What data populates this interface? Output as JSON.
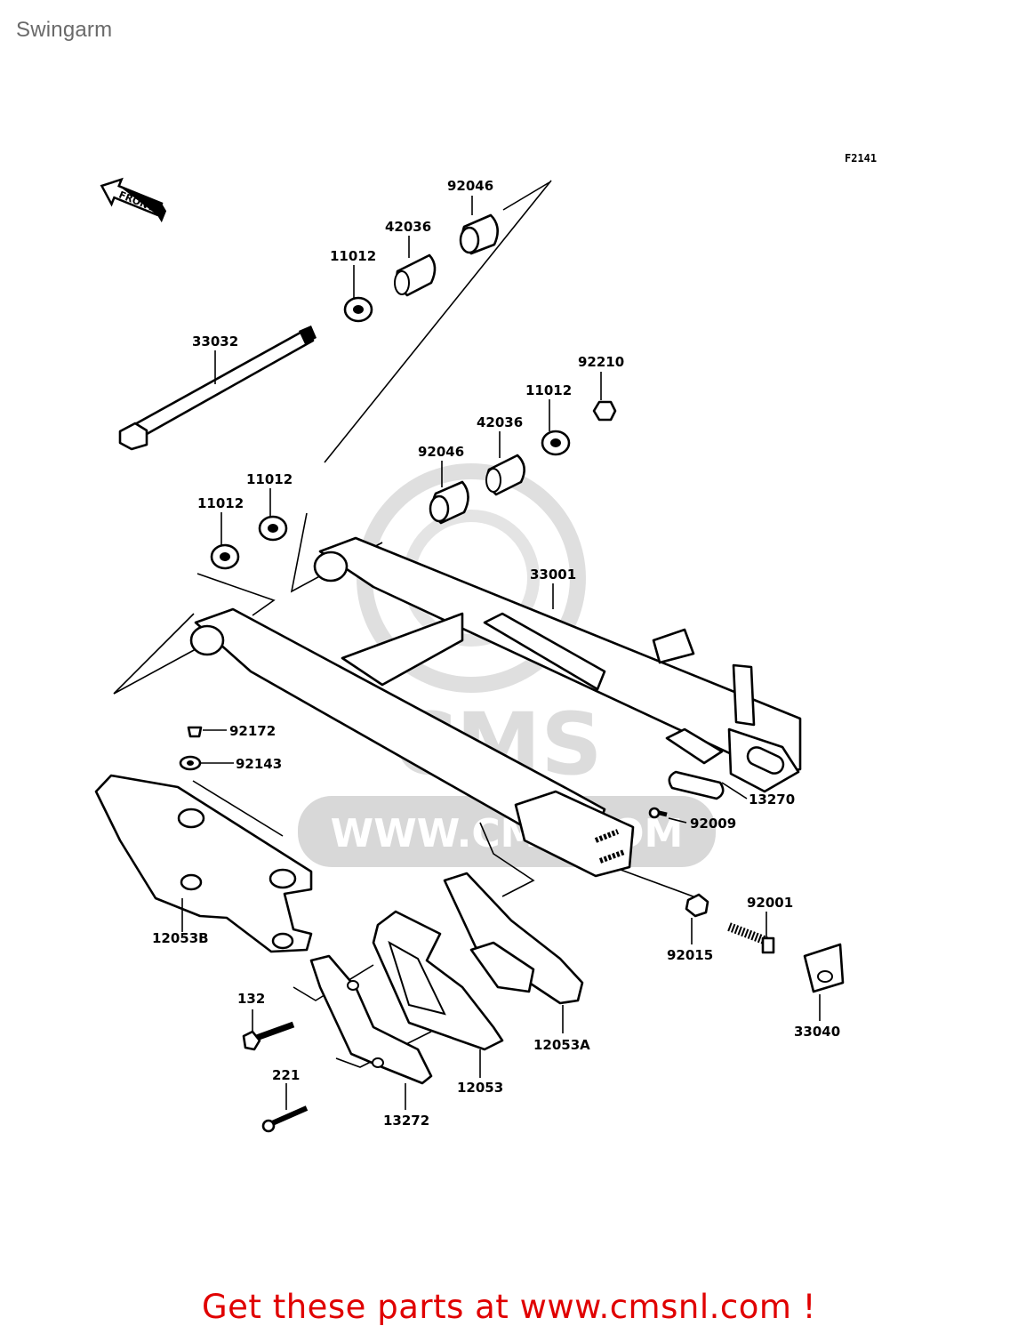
{
  "page": {
    "title": "Swingarm",
    "figure_code": "F2141",
    "front_label": "FRONT",
    "watermark_brand": "CMS",
    "watermark_url": "WWW.CMS.COM",
    "footer_cta": "Get these parts at www.cmsnl.com !"
  },
  "parts": [
    {
      "id": "p-92046-top",
      "number": "92046"
    },
    {
      "id": "p-42036-top",
      "number": "42036"
    },
    {
      "id": "p-11012-top",
      "number": "11012"
    },
    {
      "id": "p-33032",
      "number": "33032"
    },
    {
      "id": "p-92210",
      "number": "92210"
    },
    {
      "id": "p-11012-mid",
      "number": "11012"
    },
    {
      "id": "p-42036-mid",
      "number": "42036"
    },
    {
      "id": "p-92046-mid",
      "number": "92046"
    },
    {
      "id": "p-11012-a",
      "number": "11012"
    },
    {
      "id": "p-11012-b",
      "number": "11012"
    },
    {
      "id": "p-33001",
      "number": "33001"
    },
    {
      "id": "p-92172",
      "number": "92172"
    },
    {
      "id": "p-92143",
      "number": "92143"
    },
    {
      "id": "p-13270",
      "number": "13270"
    },
    {
      "id": "p-92009",
      "number": "92009"
    },
    {
      "id": "p-92001",
      "number": "92001"
    },
    {
      "id": "p-12053B",
      "number": "12053B"
    },
    {
      "id": "p-92015",
      "number": "92015"
    },
    {
      "id": "p-132",
      "number": "132"
    },
    {
      "id": "p-12053A",
      "number": "12053A"
    },
    {
      "id": "p-33040",
      "number": "33040"
    },
    {
      "id": "p-221",
      "number": "221"
    },
    {
      "id": "p-12053",
      "number": "12053"
    },
    {
      "id": "p-13272",
      "number": "13272"
    }
  ],
  "colors": {
    "title": "#6a6a6a",
    "cta": "#e00000",
    "watermark": "#d9d9d9",
    "ink": "#000000"
  }
}
